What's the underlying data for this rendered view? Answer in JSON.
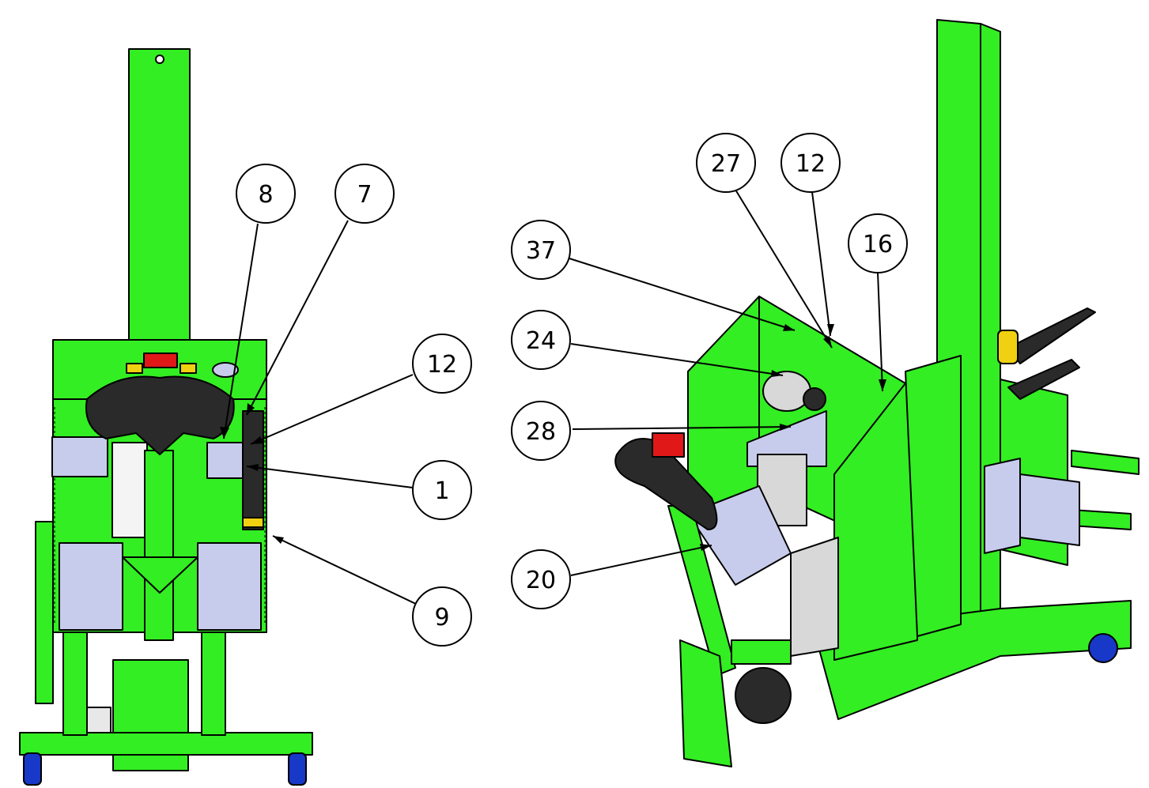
{
  "colors": {
    "frame_green": "#33ee22",
    "frame_dark": "#1a8a10",
    "outline": "#000000",
    "panel_lavender": "#c8ccec",
    "motor_grey": "#d8d8d8",
    "handle_dark": "#2a2a2a",
    "handle_red": "#e01818",
    "handle_yellow": "#f0d010",
    "wheel_blue": "#1838c8",
    "callout_fill": "#ffffff"
  },
  "views": [
    {
      "name": "front-view",
      "callouts": [
        {
          "label": "8"
        },
        {
          "label": "7"
        },
        {
          "label": "12"
        },
        {
          "label": "1"
        },
        {
          "label": "9"
        }
      ]
    },
    {
      "name": "iso-view",
      "callouts": [
        {
          "label": "27"
        },
        {
          "label": "12"
        },
        {
          "label": "16"
        },
        {
          "label": "37"
        },
        {
          "label": "24"
        },
        {
          "label": "28"
        },
        {
          "label": "20"
        }
      ]
    }
  ]
}
